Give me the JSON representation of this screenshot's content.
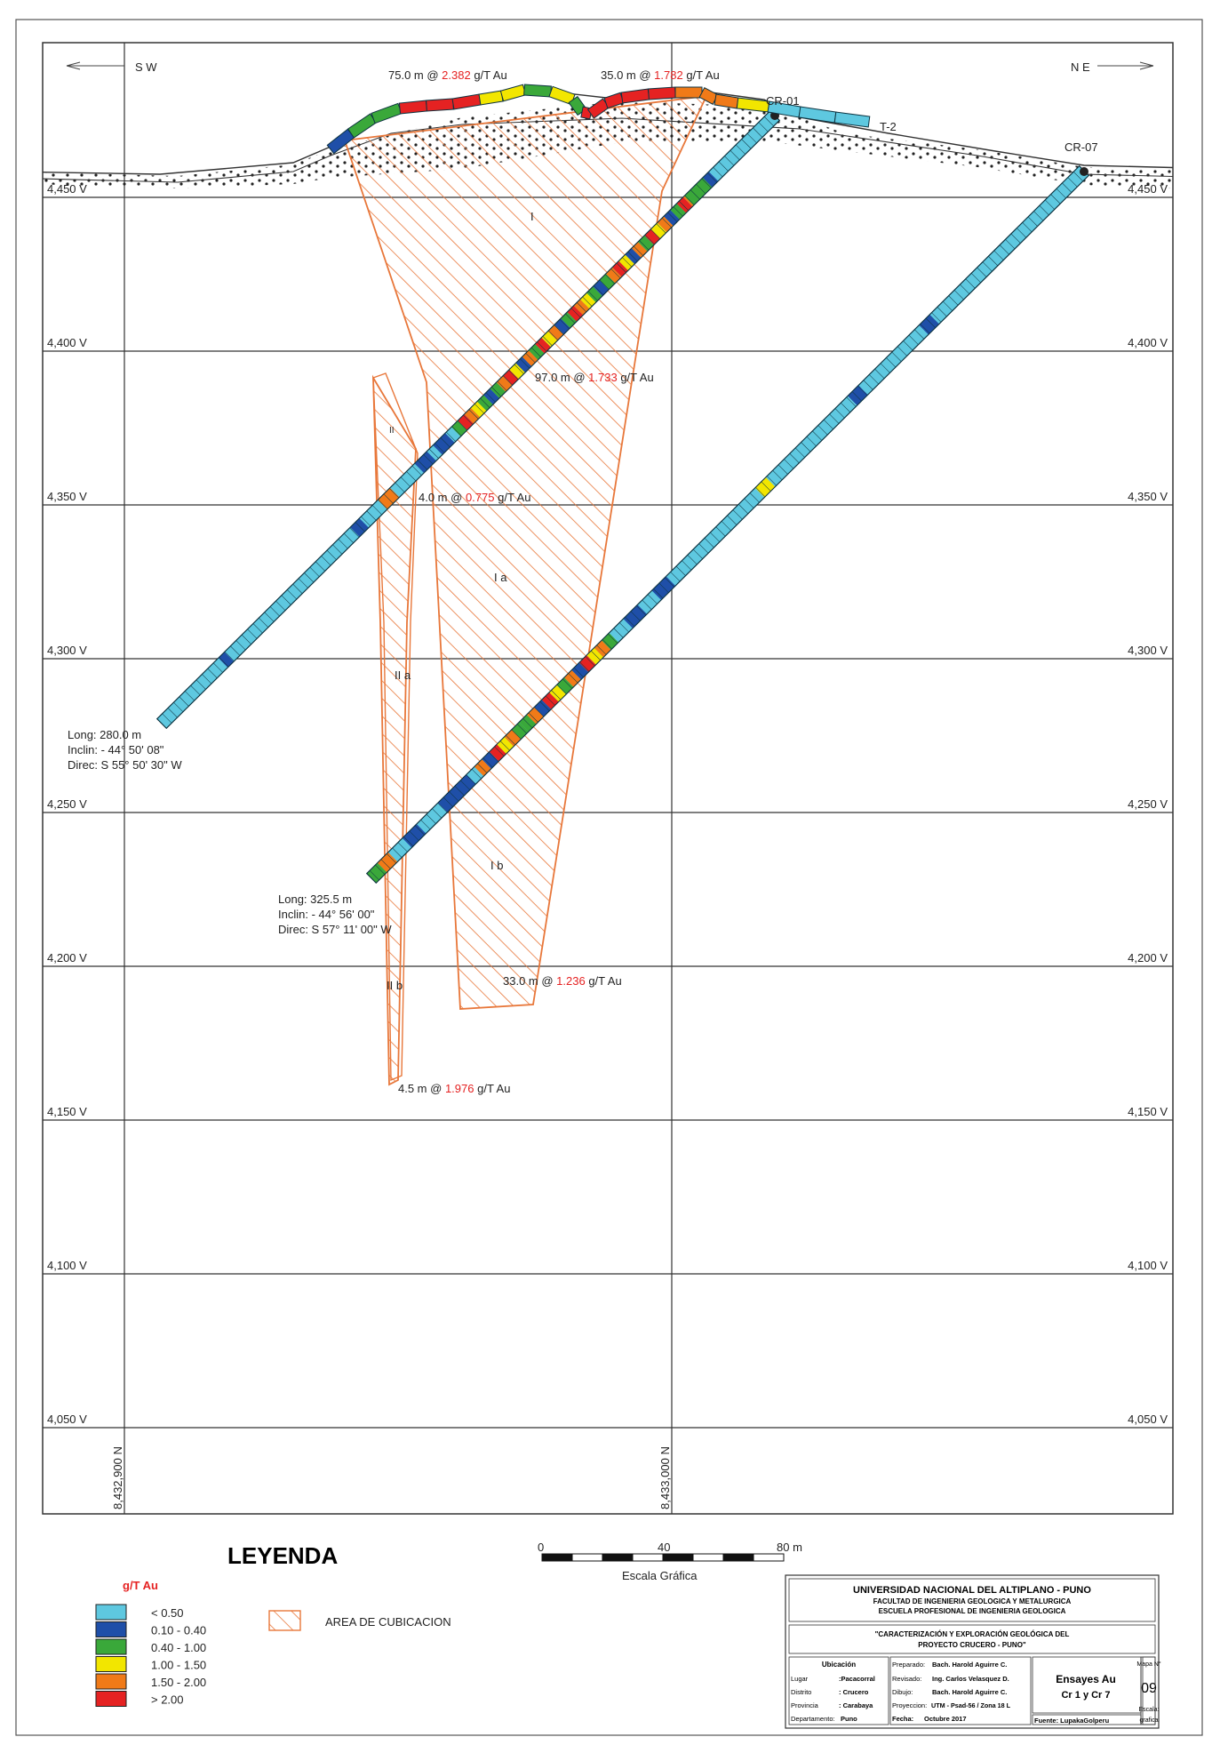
{
  "section": {
    "orientation": {
      "left": "S W",
      "right": "N E"
    },
    "elevations": [
      "4,450 V",
      "4,400 V",
      "4,350 V",
      "4,300 V",
      "4,250 V",
      "4,200 V",
      "4,150 V",
      "4,100 V",
      "4,050 V"
    ],
    "northings": [
      "8,432,900 N",
      "8,433,000 N"
    ],
    "labels": {
      "hole1": "CR-01",
      "hole2": "CR-07",
      "trench": "T-2",
      "zone_I": "I",
      "zone_Ia": "I a",
      "zone_Ib": "I b",
      "zone_II": "II",
      "zone_IIa": "II a",
      "zone_IIb": "II b"
    },
    "intercepts": [
      {
        "pre": "75.0 m @ ",
        "grade": "2.382",
        "post": " g/T Au"
      },
      {
        "pre": "35.0 m @ ",
        "grade": "1.782",
        "post": " g/T Au"
      },
      {
        "pre": "97.0 m @ ",
        "grade": "1.733",
        "post": " g/T Au"
      },
      {
        "pre": "4.0 m @ ",
        "grade": "0.775",
        "post": " g/T Au"
      },
      {
        "pre": "33.0 m @ ",
        "grade": "1.236",
        "post": " g/T Au"
      },
      {
        "pre": "4.5 m @ ",
        "grade": "1.976",
        "post": " g/T Au"
      }
    ],
    "hole1_info": {
      "long": "Long:  280.0 m",
      "inclin": "Inclin:  - 44° 50' 08\"",
      "direc": "Direc:  S 55° 50' 30\" W"
    },
    "hole2_info": {
      "long": "Long:  325.5 m",
      "inclin": "Inclin:  - 44° 56' 00\"",
      "direc": "Direc:  S 57° 11' 00\" W"
    }
  },
  "scale_bar": {
    "ticks": [
      "0",
      "40",
      "80 m"
    ],
    "caption": "Escala Gráfica"
  },
  "legend": {
    "title": "LEYENDA",
    "unit": "g/T Au",
    "classes": [
      {
        "label": "< 0.50",
        "color": "#5ec8e0"
      },
      {
        "label": "0.10 - 0.40",
        "color": "#1f4fa8"
      },
      {
        "label": "0.40 - 1.00",
        "color": "#3aa83a"
      },
      {
        "label": "1.00 - 1.50",
        "color": "#f2e600"
      },
      {
        "label": "1.50 - 2.00",
        "color": "#f07a18"
      },
      {
        "label": "> 2.00",
        "color": "#e52222"
      }
    ],
    "area_label": "AREA DE CUBICACION",
    "hatch_color": "#e8773a"
  },
  "title_block": {
    "university": "UNIVERSIDAD NACIONAL DEL ALTIPLANO - PUNO",
    "faculty": "FACULTAD DE INGENIERIA GEOLOGICA Y METALURGICA",
    "school": "ESCUELA PROFESIONAL DE INGENIERIA GEOLOGICA",
    "project_line1": "\"CARACTERIZACIÓN Y EXPLORACIÓN GEOLÓGICA DEL",
    "project_line2": "PROYECTO CRUCERO - PUNO\"",
    "ubicacion": "Ubicación",
    "lugar_label": "Lugar",
    "lugar": ":Pacacorral",
    "distrito_label": "Distrito",
    "distrito": ": Crucero",
    "provincia_label": "Provincia",
    "provincia": ": Carabaya",
    "departamento_label": "Departamento:",
    "departamento": "Puno",
    "preparado_label": "Preparado:",
    "preparado": "Bach. Harold Aguirre C.",
    "revisado_label": "Revisado:",
    "revisado": "Ing. Carlos Velasquez D.",
    "dibujo_label": "Dibujo:",
    "dibujo": "Bach. Harold Aguirre C.",
    "proyeccion_label": "Proyeccion:",
    "proyeccion": "UTM - Psad-56 / Zona 18 L",
    "fecha_label": "Fecha:",
    "fecha": "Octubre 2017",
    "map_title1": "Ensayes Au",
    "map_title2": "Cr 1 y Cr 7",
    "fuente": "Fuente: LupakaGolperu",
    "mapa_label": "Mapa N°",
    "mapa_no": "09",
    "escala_label": "Escala:",
    "escala": "grafica"
  }
}
